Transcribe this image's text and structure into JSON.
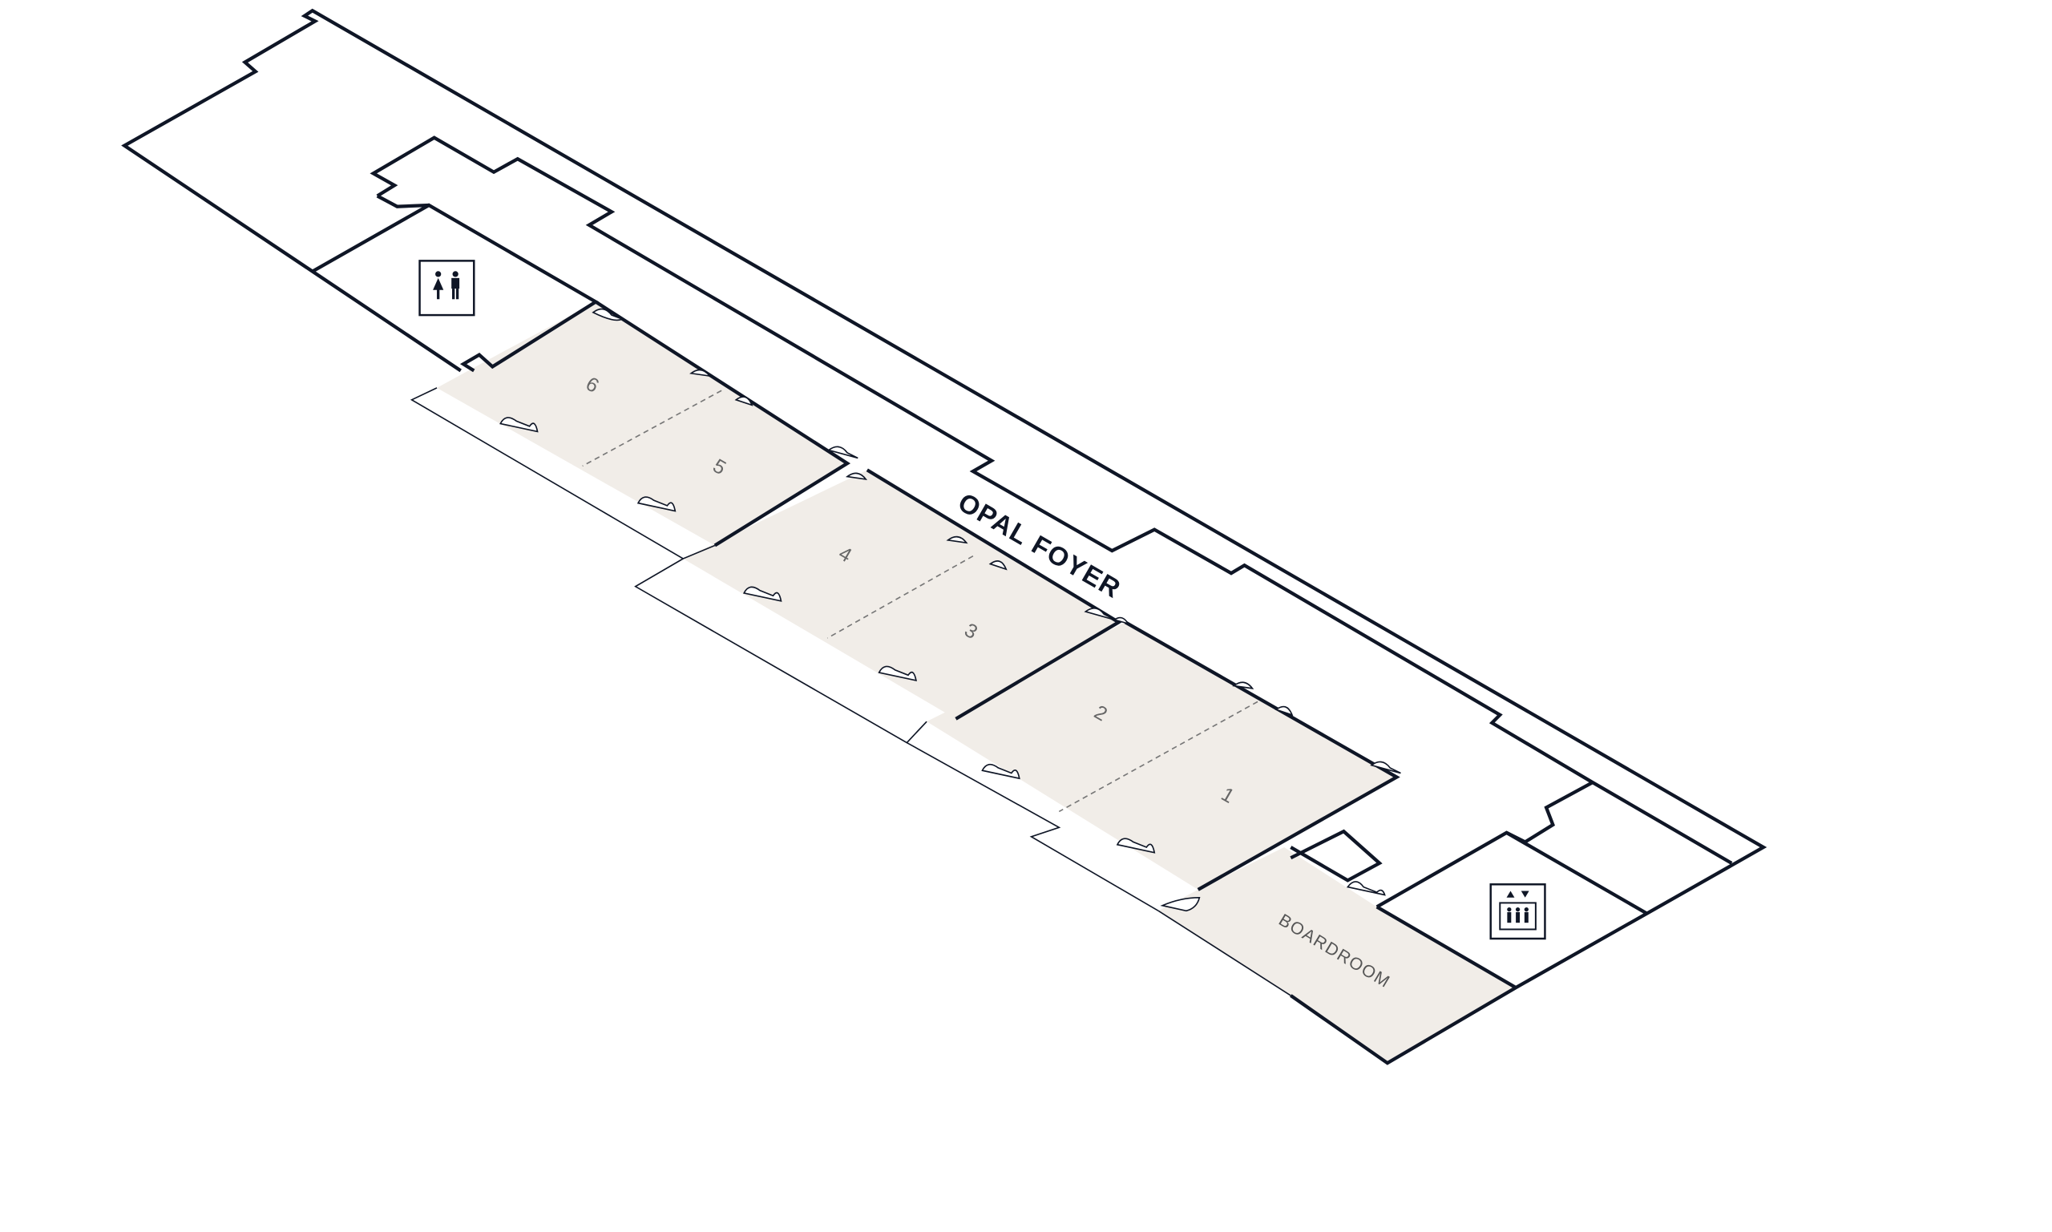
{
  "floorplan": {
    "foyer_label": "OPAL FOYER",
    "rooms": [
      {
        "label": "6"
      },
      {
        "label": "5"
      },
      {
        "label": "4"
      },
      {
        "label": "3"
      },
      {
        "label": "2"
      },
      {
        "label": "1"
      }
    ],
    "boardroom_label": "BOARDROOM",
    "icons": [
      "restroom-icon",
      "elevator-icon"
    ],
    "colors": {
      "room_fill": "#f1ede8",
      "wall": "#0f1626"
    }
  }
}
